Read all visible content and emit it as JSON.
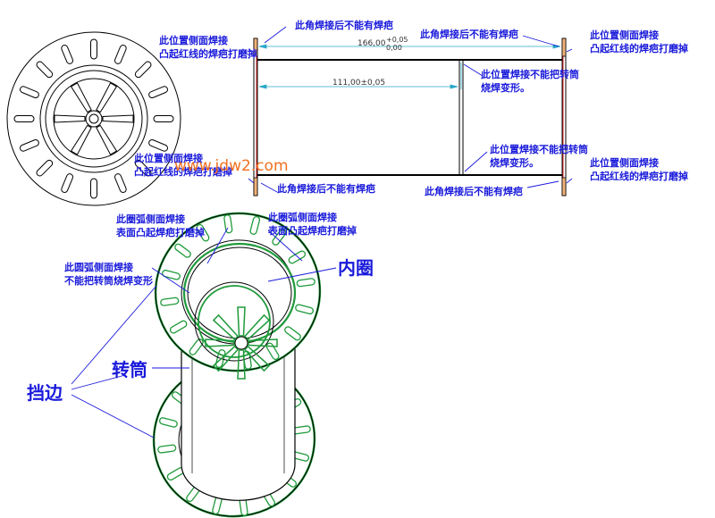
{
  "labels": {
    "top_left_1": [
      "此位置侧面焊接",
      "凸起红线的焊疤打磨掉"
    ],
    "top_right_1": [
      "此位置侧面焊接",
      "凸起红线的焊疤打磨掉"
    ],
    "mid_left": [
      "此位置侧面焊接",
      "凸起红线的焊疤打磨掉"
    ],
    "mid_right": [
      "此位置侧面焊接",
      "凸起红线的焊疤打磨掉"
    ],
    "corner_top_left": "此角焊接后不能有焊疤",
    "corner_top_right": "此角焊接后不能有焊疤",
    "corner_bottom_left": "此角焊接后不能有焊疤",
    "corner_bottom_right": "此角焊接后不能有焊疤",
    "no_deform_top": [
      "此位置焊接不能把转筒",
      "烧焊变形。"
    ],
    "no_deform_bottom": [
      "此位置焊接不能把转筒",
      "烧焊变形。"
    ],
    "arc_weld_left": [
      "此圈弧侧面焊接",
      "表面凸起焊疤打磨掉"
    ],
    "arc_weld_right": [
      "此圈弧侧面焊接",
      "表面凸起焊疤打磨掉"
    ],
    "arc_no_deform": [
      "此圆弧侧面焊接",
      "不能把转筒烧焊变形"
    ],
    "inner_ring": "内圈",
    "drum": "转筒",
    "flange": "挡边"
  },
  "dimensions": {
    "overall_length": "166,00",
    "overall_tol_upper": "+0,05",
    "overall_tol_lower": "0,00",
    "inner_length": "111,00±0,05"
  },
  "watermark": "www.jdw2.com",
  "colors": {
    "annotation": "#1a1adb",
    "outline": "#000000",
    "weld_green": "#1f9a3a",
    "weld_red": "#e02828",
    "dimension": "#2aa8c8",
    "watermark": "#f07020"
  }
}
